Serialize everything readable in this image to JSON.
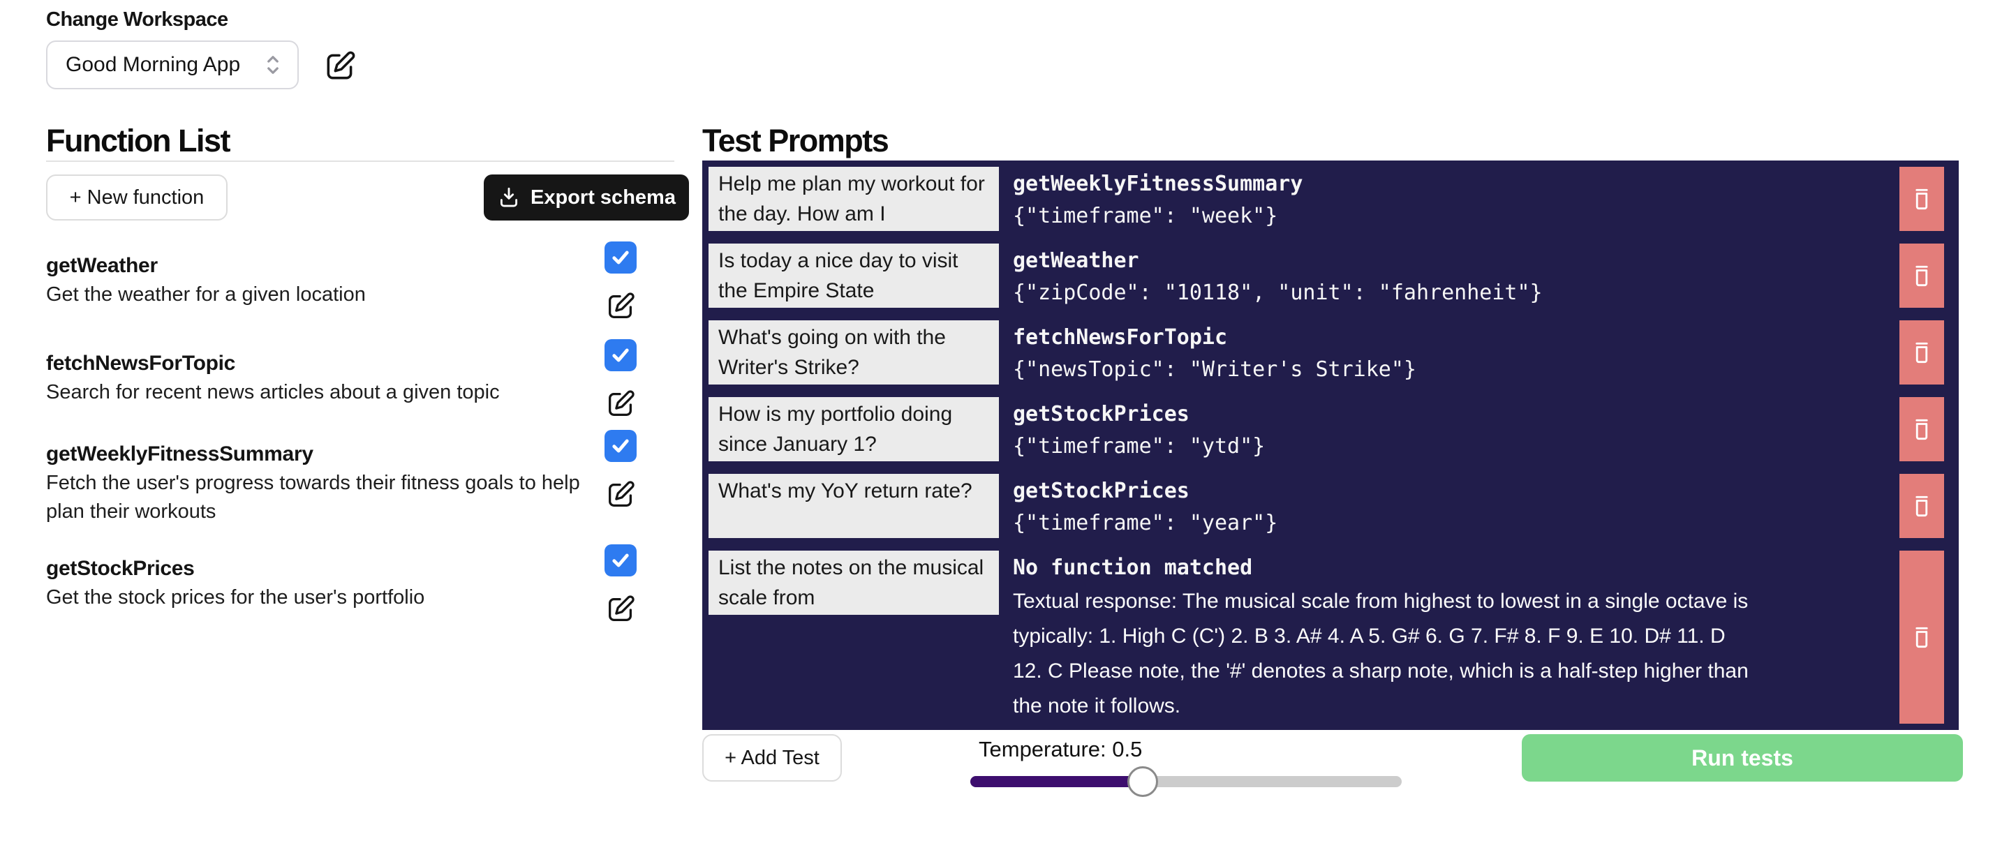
{
  "workspace": {
    "label": "Change Workspace",
    "selected": "Good Morning App"
  },
  "function_list": {
    "title": "Function List",
    "new_function_label": "+ New function",
    "export_schema_label": "Export schema",
    "functions": [
      {
        "name": "getWeather",
        "description": "Get the weather for a given location",
        "enabled": true
      },
      {
        "name": "fetchNewsForTopic",
        "description": "Search for recent news articles about a given topic",
        "enabled": true
      },
      {
        "name": "getWeeklyFitnessSummary",
        "description": "Fetch the user's progress towards their fitness goals to help plan their workouts",
        "enabled": true
      },
      {
        "name": "getStockPrices",
        "description": "Get the stock prices for the user's portfolio",
        "enabled": true
      }
    ]
  },
  "test_prompts": {
    "title": "Test Prompts",
    "rows": [
      {
        "prompt": "Help me plan my workout for the day. How am I",
        "function": "getWeeklyFitnessSummary",
        "args": "{\"timeframe\": \"week\"}",
        "text_response": ""
      },
      {
        "prompt": "Is today a nice day to visit the Empire State",
        "function": "getWeather",
        "args": "{\"zipCode\": \"10118\", \"unit\": \"fahrenheit\"}",
        "text_response": ""
      },
      {
        "prompt": "What's going on with the Writer's Strike?",
        "function": "fetchNewsForTopic",
        "args": "{\"newsTopic\": \"Writer's Strike\"}",
        "text_response": ""
      },
      {
        "prompt": "How is my portfolio doing since January 1?",
        "function": "getStockPrices",
        "args": "{\"timeframe\": \"ytd\"}",
        "text_response": ""
      },
      {
        "prompt": "What's my YoY return rate?",
        "function": "getStockPrices",
        "args": "{\"timeframe\": \"year\"}",
        "text_response": ""
      },
      {
        "prompt": "List the notes on the musical scale from",
        "function": "No function matched",
        "args": "",
        "text_response": "Textual response: The musical scale from highest to lowest in a single octave is typically: 1. High C (C') 2. B 3. A# 4. A 5. G# 6. G 7. F# 8. F 9. E 10. D# 11. D 12. C Please note, the '#' denotes a sharp note, which is a half-step higher than the note it follows."
      }
    ],
    "add_test_label": "+ Add Test",
    "temperature_label": "Temperature: 0.5",
    "temperature_value": 0.5,
    "run_tests_label": "Run tests"
  },
  "colors": {
    "table_background": "#211d4b",
    "prompt_cell": "#ebebeb",
    "delete_button": "#e37d7a",
    "checkbox_blue": "#2e7bf0",
    "run_tests_green": "#7cd78c",
    "slider_fill_purple": "#3d0e6e",
    "export_button_dark": "#161616"
  }
}
